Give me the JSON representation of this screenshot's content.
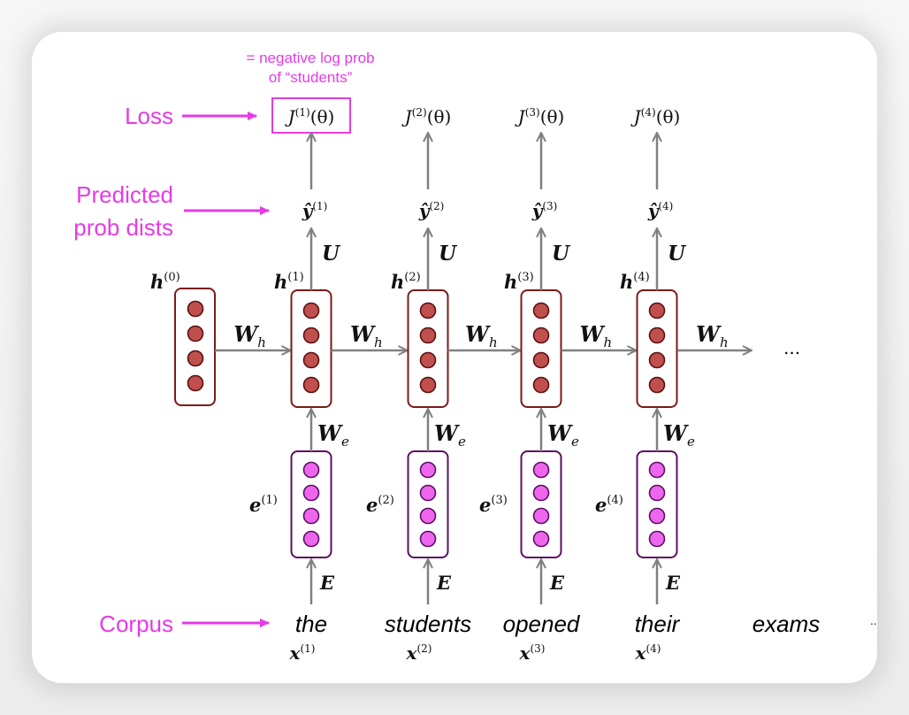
{
  "annotations": {
    "loss": "Loss",
    "predicted_line1": "Predicted",
    "predicted_line2": "prob dists",
    "corpus": "Corpus",
    "note_line1": "= negative log prob",
    "note_line2": "of “students”"
  },
  "colors": {
    "annotation": "#e63be6",
    "hidden_fill": "#c0504d",
    "hidden_stroke": "#7a1a1a",
    "embed_fill": "#ee66ee",
    "embed_stroke": "#5a1060",
    "arrow": "#808080"
  },
  "initial_hidden": {
    "label": "h",
    "sup": "(0)"
  },
  "weights": {
    "Wh": "W",
    "Wh_sub": "h",
    "We": "W",
    "We_sub": "e",
    "U": "U",
    "E": "E"
  },
  "steps": [
    {
      "word": "the",
      "x": "x",
      "x_sup": "(1)",
      "e": "e",
      "e_sup": "(1)",
      "h": "h",
      "h_sup": "(1)",
      "yhat": "ŷ",
      "yhat_sup": "(1)",
      "J": "J",
      "J_sup": "(1)",
      "J_arg": "(θ)"
    },
    {
      "word": "students",
      "x": "x",
      "x_sup": "(2)",
      "e": "e",
      "e_sup": "(2)",
      "h": "h",
      "h_sup": "(2)",
      "yhat": "ŷ",
      "yhat_sup": "(2)",
      "J": "J",
      "J_sup": "(2)",
      "J_arg": "(θ)"
    },
    {
      "word": "opened",
      "x": "x",
      "x_sup": "(3)",
      "e": "e",
      "e_sup": "(3)",
      "h": "h",
      "h_sup": "(3)",
      "yhat": "ŷ",
      "yhat_sup": "(3)",
      "J": "J",
      "J_sup": "(3)",
      "J_arg": "(θ)"
    },
    {
      "word": "their",
      "x": "x",
      "x_sup": "(4)",
      "e": "e",
      "e_sup": "(4)",
      "h": "h",
      "h_sup": "(4)",
      "yhat": "ŷ",
      "yhat_sup": "(4)",
      "J": "J",
      "J_sup": "(4)",
      "J_arg": "(θ)"
    }
  ],
  "trailing_word": "exams",
  "ellipsis_hidden": "...",
  "ellipsis_corpus": ".."
}
